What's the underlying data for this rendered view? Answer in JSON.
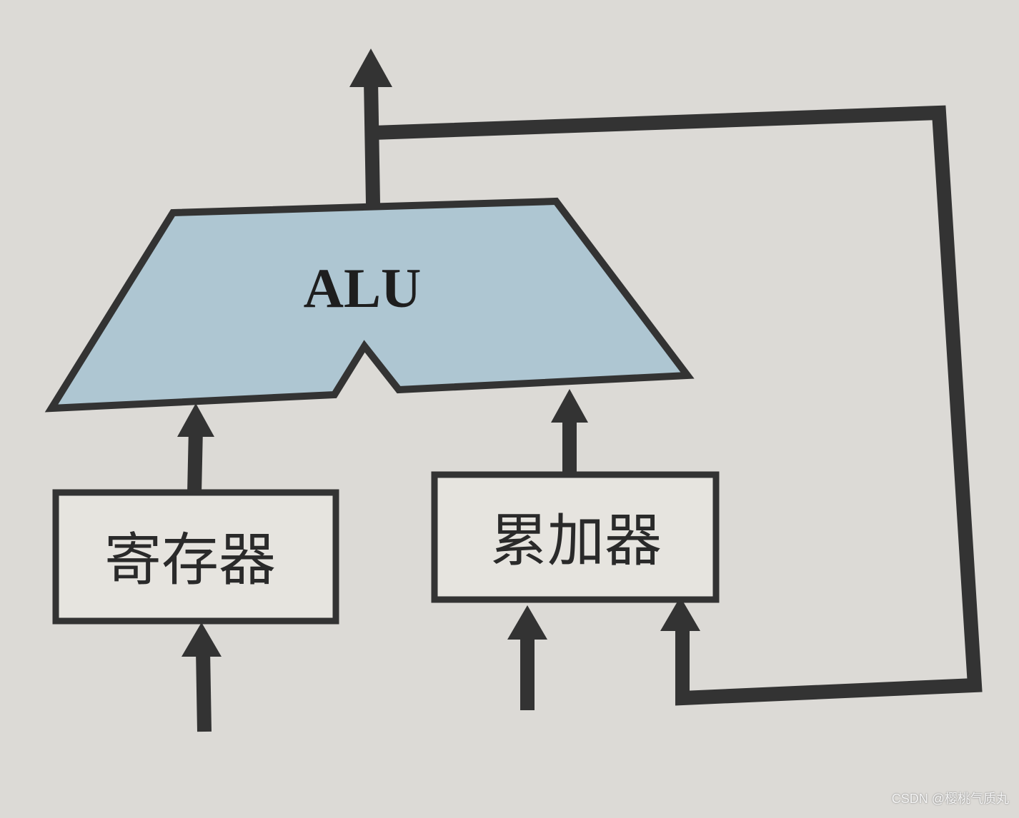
{
  "diagram": {
    "alu_label": "ALU",
    "register_label": "寄存器",
    "accumulator_label": "累加器",
    "colors": {
      "background": "#dcdad6",
      "alu_fill": "#aec6d2",
      "line": "#333333",
      "box_fill": "#e6e4df"
    }
  },
  "watermark": "CSDN @樱桃气质丸"
}
